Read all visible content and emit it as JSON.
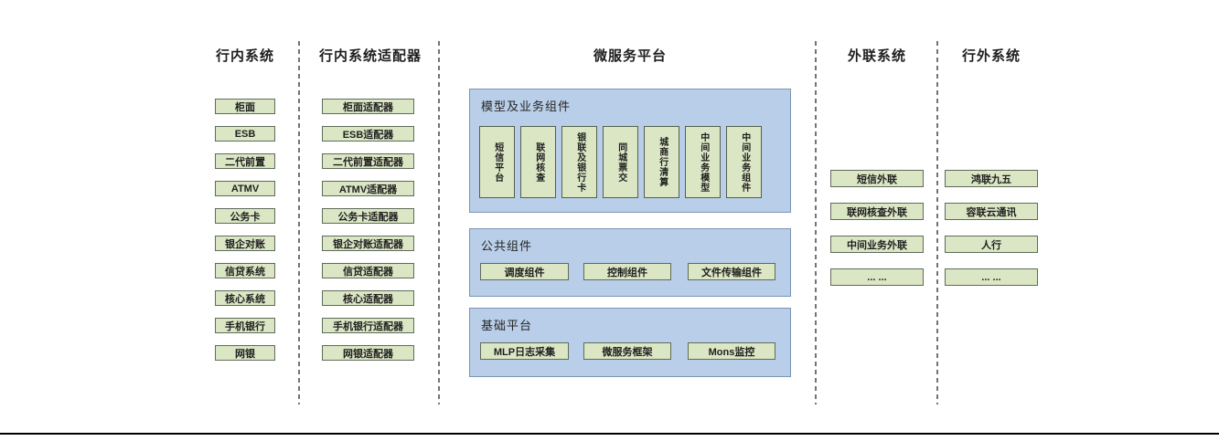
{
  "diagram": {
    "colors": {
      "node_fill": "#dbe6c4",
      "node_border": "#5f6b5a",
      "panel_fill": "#b9cee8",
      "panel_border": "#7d94b5",
      "separator": "#737373",
      "baseline": "#000000"
    },
    "columns": [
      {
        "title": "行内系统",
        "items": [
          "柜面",
          "ESB",
          "二代前置",
          "ATMV",
          "公务卡",
          "银企对账",
          "信贷系统",
          "核心系统",
          "手机银行",
          "网银"
        ]
      },
      {
        "title": "行内系统适配器",
        "items": [
          "柜面适配器",
          "ESB适配器",
          "二代前置适配器",
          "ATMV适配器",
          "公务卡适配器",
          "银企对账适配器",
          "信贷适配器",
          "核心适配器",
          "手机银行适配器",
          "网银适配器"
        ]
      },
      {
        "title": "微服务平台",
        "sections": [
          {
            "label": "模型及业务组件",
            "items": [
              "短信平台",
              "联网核查",
              "银联及银行卡",
              "同城票交",
              "城商行清算",
              "中间业务模型",
              "中间业务组件"
            ]
          },
          {
            "label": "公共组件",
            "items": [
              "调度组件",
              "控制组件",
              "文件传输组件"
            ]
          },
          {
            "label": "基础平台",
            "items": [
              "MLP日志采集",
              "微服务框架",
              "Mons监控"
            ]
          }
        ]
      },
      {
        "title": "外联系统",
        "items": [
          "短信外联",
          "联网核查外联",
          "中间业务外联",
          "... ..."
        ]
      },
      {
        "title": "行外系统",
        "items": [
          "鸿联九五",
          "容联云通讯",
          "人行",
          "... ..."
        ]
      }
    ]
  }
}
